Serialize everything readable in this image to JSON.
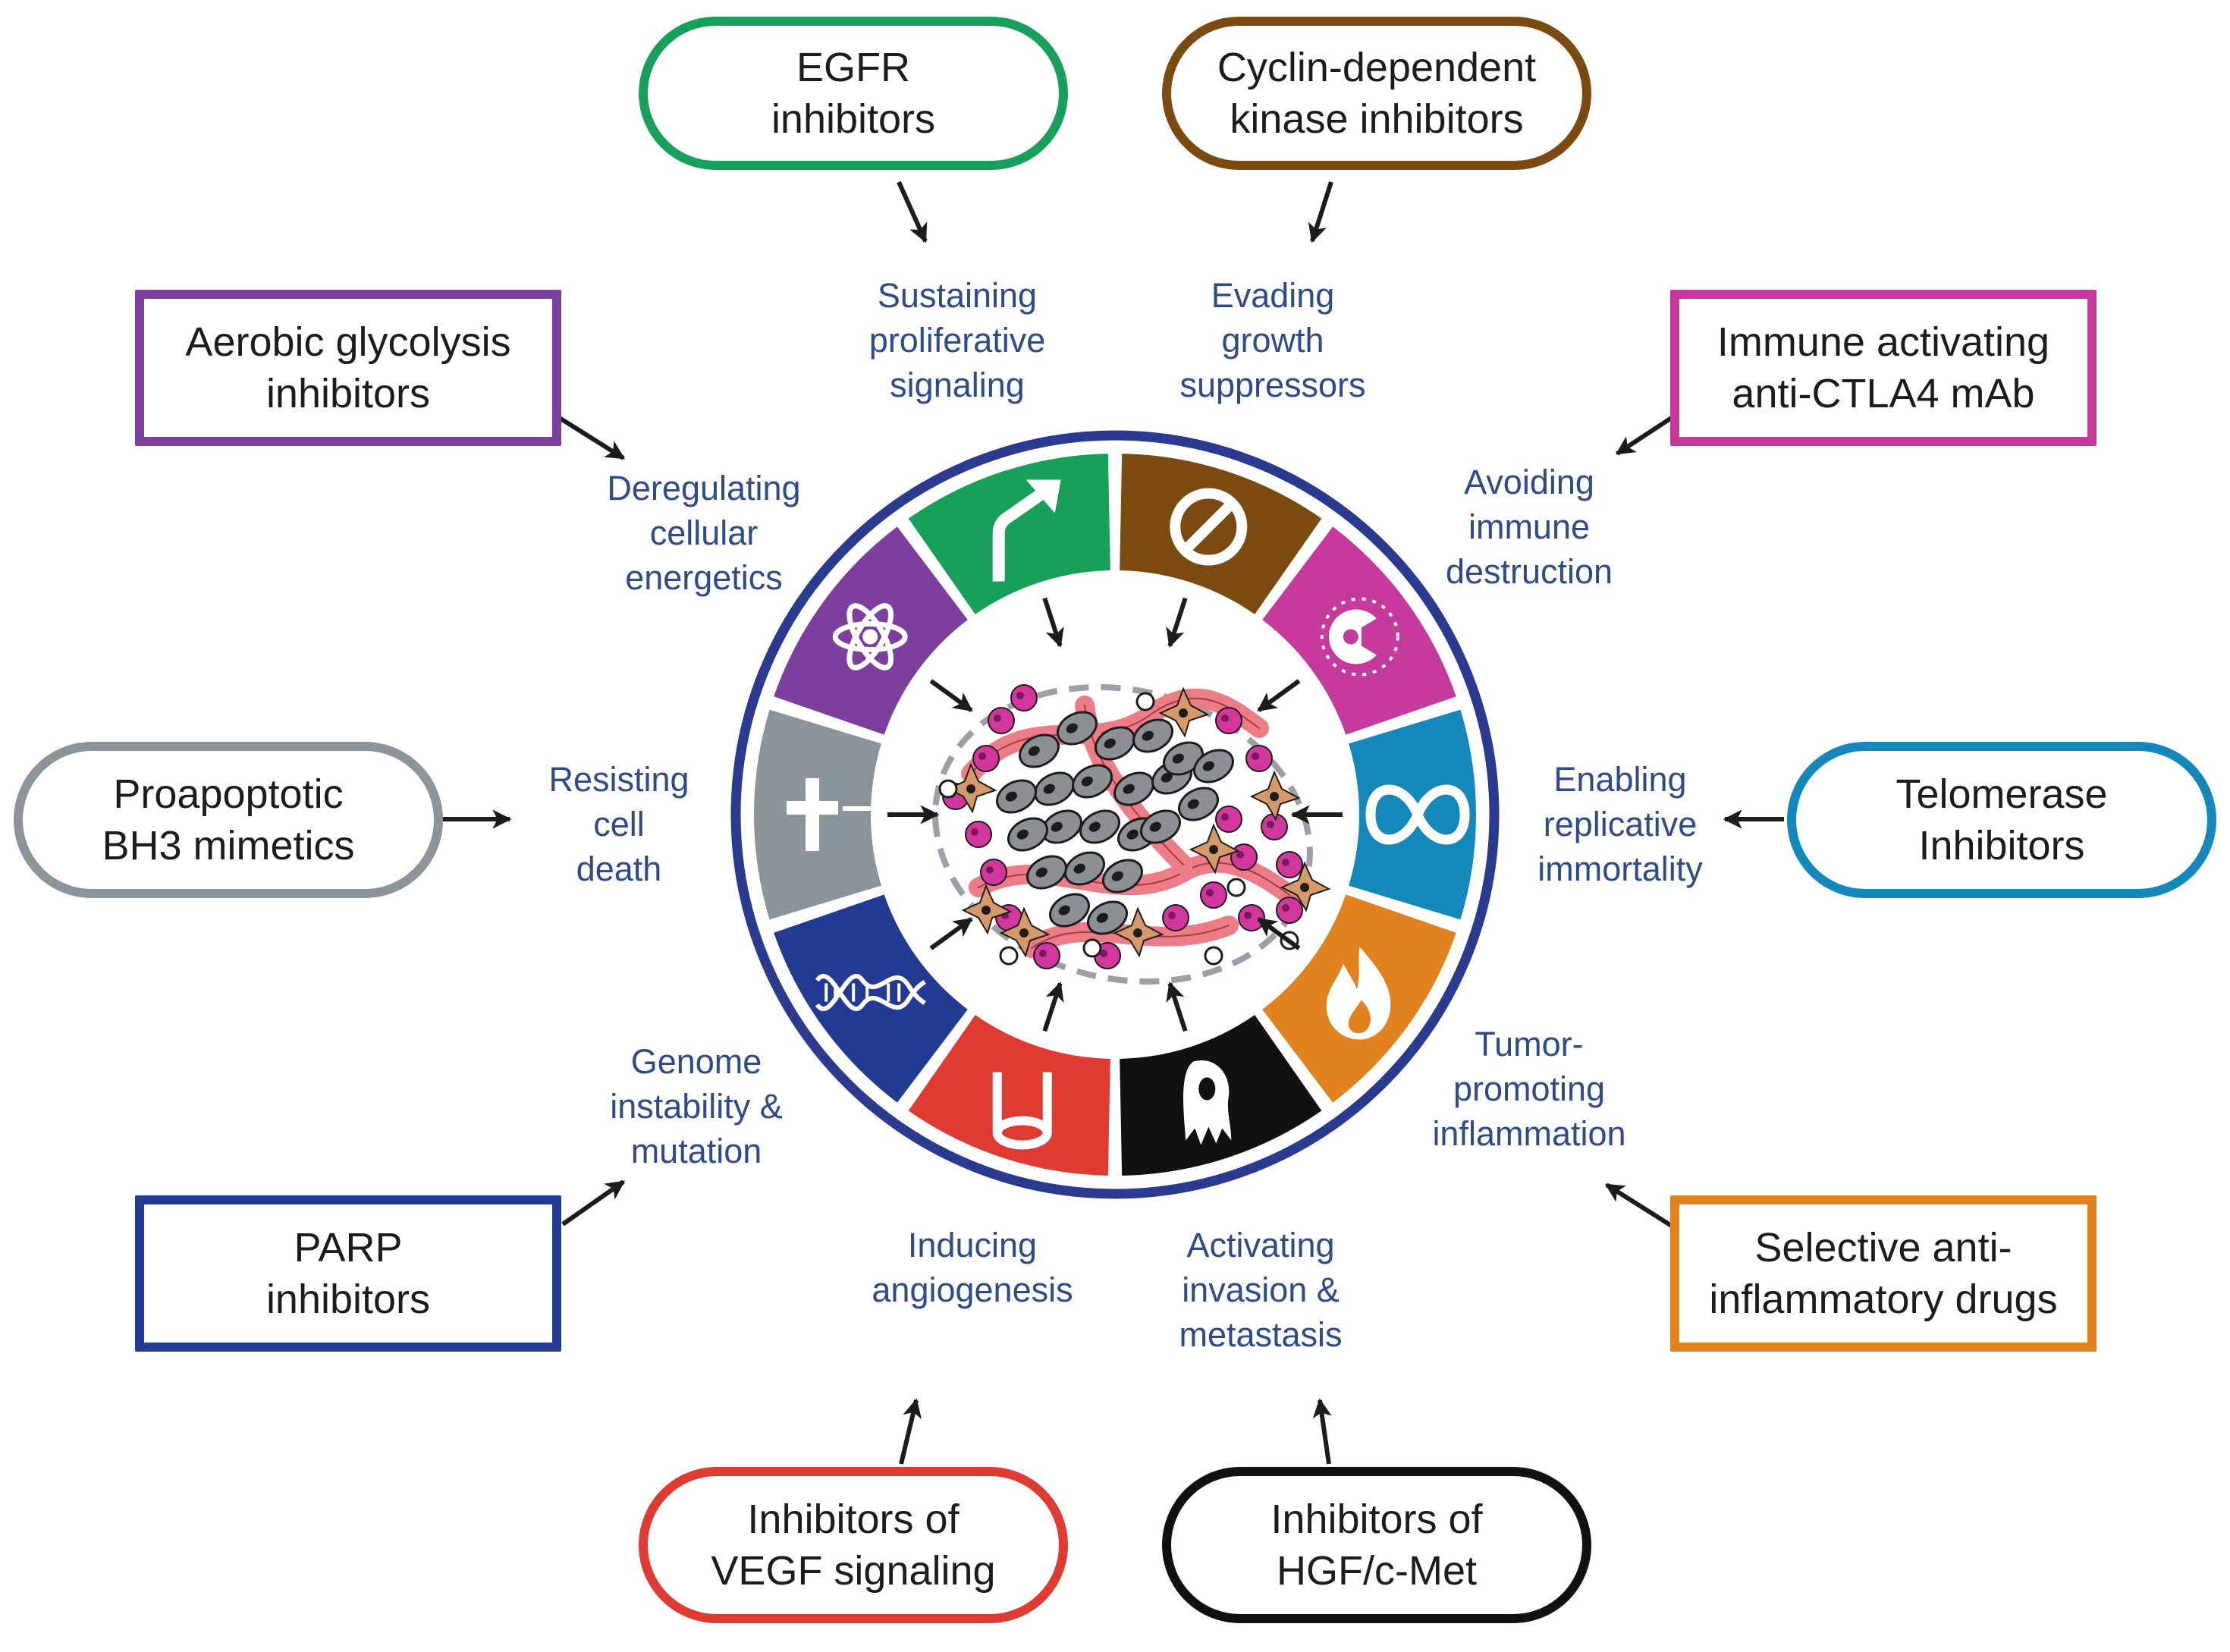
{
  "colors": {
    "ring_outline": "#2a3a8f",
    "label_text": "#2d4a8a",
    "green": "#16a05a",
    "brown": "#7a4a10",
    "magenta": "#c53a9c",
    "teal": "#1488bb",
    "orange": "#e2821e",
    "black": "#111111",
    "red": "#e03b33",
    "navy": "#233a92",
    "gray": "#8a9499",
    "purple": "#7c3f9d"
  },
  "hallmarks": [
    {
      "id": "proliferative",
      "lines": [
        "Sustaining",
        "proliferative",
        "signaling"
      ],
      "color": "#16a05a",
      "icon": "arrow-icon"
    },
    {
      "id": "growth",
      "lines": [
        "Evading",
        "growth",
        "suppressors"
      ],
      "color": "#7a4a10",
      "icon": "no-entry-icon"
    },
    {
      "id": "immune",
      "lines": [
        "Avoiding",
        "immune",
        "destruction"
      ],
      "color": "#c53a9c",
      "icon": "immune-cell-icon"
    },
    {
      "id": "immortality",
      "lines": [
        "Enabling",
        "replicative",
        "immortality"
      ],
      "color": "#1488bb",
      "icon": "infinity-icon"
    },
    {
      "id": "inflammation",
      "lines": [
        "Tumor-",
        "promoting",
        "inflammation"
      ],
      "color": "#e2821e",
      "icon": "flame-icon"
    },
    {
      "id": "metastasis",
      "lines": [
        "Activating",
        "invasion &",
        "metastasis"
      ],
      "color": "#111111",
      "icon": "invading-cell-icon"
    },
    {
      "id": "angiogenesis",
      "lines": [
        "Inducing",
        "angiogenesis"
      ],
      "color": "#e03b33",
      "icon": "vessel-icon"
    },
    {
      "id": "genome",
      "lines": [
        "Genome",
        "instability &",
        "mutation"
      ],
      "color": "#233a92",
      "icon": "dna-icon"
    },
    {
      "id": "cell-death",
      "lines": [
        "Resisting",
        "cell",
        "death"
      ],
      "color": "#8a9499",
      "icon": "cross-icon"
    },
    {
      "id": "energetics",
      "lines": [
        "Deregulating",
        "cellular",
        "energetics"
      ],
      "color": "#7c3f9d",
      "icon": "atom-icon"
    }
  ],
  "therapies": [
    {
      "id": "egfr",
      "lines": [
        "EGFR",
        "inhibitors"
      ],
      "color": "#16a05a",
      "shape": "pill"
    },
    {
      "id": "cdk",
      "lines": [
        "Cyclin-dependent",
        "kinase inhibitors"
      ],
      "color": "#7a4a10",
      "shape": "pill"
    },
    {
      "id": "ctla4",
      "lines": [
        "Immune activating",
        "anti-CTLA4 mAb"
      ],
      "color": "#c53a9c",
      "shape": "rect"
    },
    {
      "id": "telomerase",
      "lines": [
        "Telomerase",
        "Inhibitors"
      ],
      "color": "#1488bb",
      "shape": "pill"
    },
    {
      "id": "anti-inflammatory",
      "lines": [
        "Selective anti-",
        "inflammatory drugs"
      ],
      "color": "#e2821e",
      "shape": "rect"
    },
    {
      "id": "hgf",
      "lines": [
        "Inhibitors of",
        "HGF/c-Met"
      ],
      "color": "#111111",
      "shape": "pill"
    },
    {
      "id": "vegf",
      "lines": [
        "Inhibitors of",
        "VEGF signaling"
      ],
      "color": "#e03b33",
      "shape": "pill"
    },
    {
      "id": "parp",
      "lines": [
        "PARP",
        "inhibitors"
      ],
      "color": "#233a92",
      "shape": "rect"
    },
    {
      "id": "bh3",
      "lines": [
        "Proapoptotic",
        "BH3 mimetics"
      ],
      "color": "#8a9499",
      "shape": "pill"
    },
    {
      "id": "glycolysis",
      "lines": [
        "Aerobic glycolysis",
        "inhibitors"
      ],
      "color": "#7c3f9d",
      "shape": "rect"
    }
  ]
}
